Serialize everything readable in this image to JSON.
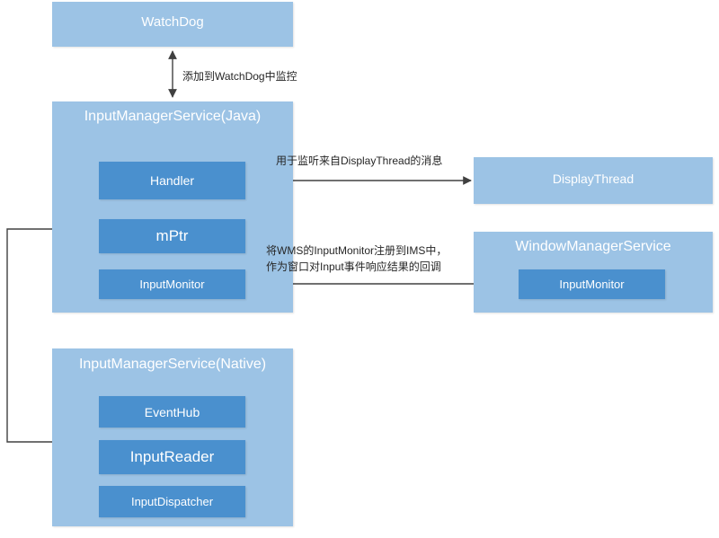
{
  "diagram": {
    "title": "Android InputManagerService architecture",
    "colors": {
      "container": "#9CC3E5",
      "inner": "#4A90CE",
      "line": "#404040",
      "text_on_box": "#FFFFFF",
      "label_text": "#262626",
      "background": "#FFFFFF"
    },
    "nodes": {
      "watchdog": {
        "label": "WatchDog"
      },
      "ims_java": {
        "label": "InputManagerService(Java)"
      },
      "handler": {
        "label": "Handler"
      },
      "mptr": {
        "label": "mPtr"
      },
      "ims_java_input_monitor": {
        "label": "InputMonitor"
      },
      "ims_native": {
        "label": "InputManagerService(Native)"
      },
      "eventhub": {
        "label": "EventHub"
      },
      "input_reader": {
        "label": "InputReader"
      },
      "input_dispatcher": {
        "label": "InputDispatcher"
      },
      "display_thread": {
        "label": "DisplayThread"
      },
      "wms": {
        "label": "WindowManagerService"
      },
      "wms_input_monitor": {
        "label": "InputMonitor"
      }
    },
    "edges": {
      "watchdog_to_ims": {
        "label": "添加到WatchDog中监控",
        "arrows": "both"
      },
      "handler_to_display_thread": {
        "label": "用于监听来自DisplayThread的消息",
        "arrows": "both"
      },
      "wms_to_ims_input_monitor": {
        "label_line1": "将WMS的InputMonitor注册到IMS中，",
        "label_line2": "作为窗口对Input事件响应结果的回调",
        "arrows": "both"
      },
      "input_reader_to_mptr": {
        "label": "",
        "arrows": "end"
      }
    }
  }
}
